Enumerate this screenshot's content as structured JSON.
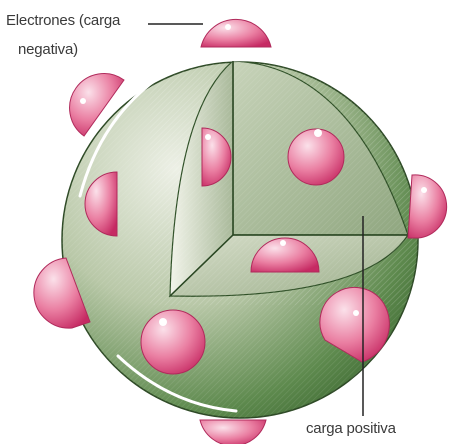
{
  "diagram": {
    "labels": {
      "electrons_line1": "Electrones (carga",
      "electrons_line2": "negativa)",
      "positive_charge": "carga positiva"
    },
    "colors": {
      "sphere_light": "#dfe5d6",
      "sphere_dark": "#3f6b33",
      "inner_face": "#cfd8c4",
      "inner_shadow": "#2f5027",
      "electron_light": "#f7cbd8",
      "electron_dark": "#d0306a",
      "leader_line": "#222222"
    }
  }
}
